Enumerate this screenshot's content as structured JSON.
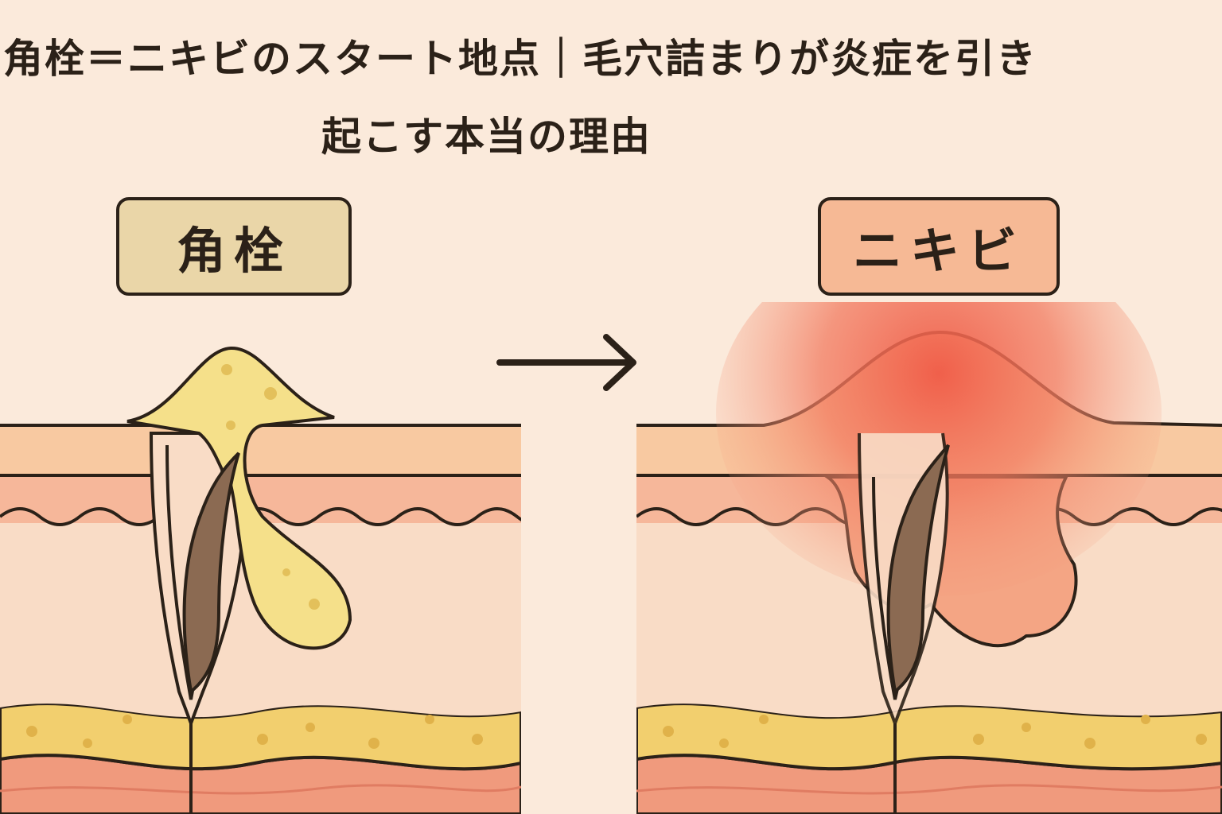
{
  "title": {
    "line1": "角栓＝ニキビのスタート地点｜毛穴詰まりが炎症を引き",
    "line2": "起こす本当の理由"
  },
  "labels": {
    "left": "角栓",
    "right": "ニキビ"
  },
  "colors": {
    "background": "#fbeadb",
    "epidermis": "#f8c9a1",
    "dermis_band": "#f6b79a",
    "dermis": "#f9dcc6",
    "fat": "#f2cf6e",
    "fat_dot": "#e0b24a",
    "bottom": "#f09a7d",
    "plug": "#f5e08a",
    "plug_dot": "#e3c05b",
    "hair": "#8b6a52",
    "inflammation": "#f05a46",
    "outline": "#2b2118"
  },
  "icons": {
    "arrow": "right-arrow-icon"
  }
}
